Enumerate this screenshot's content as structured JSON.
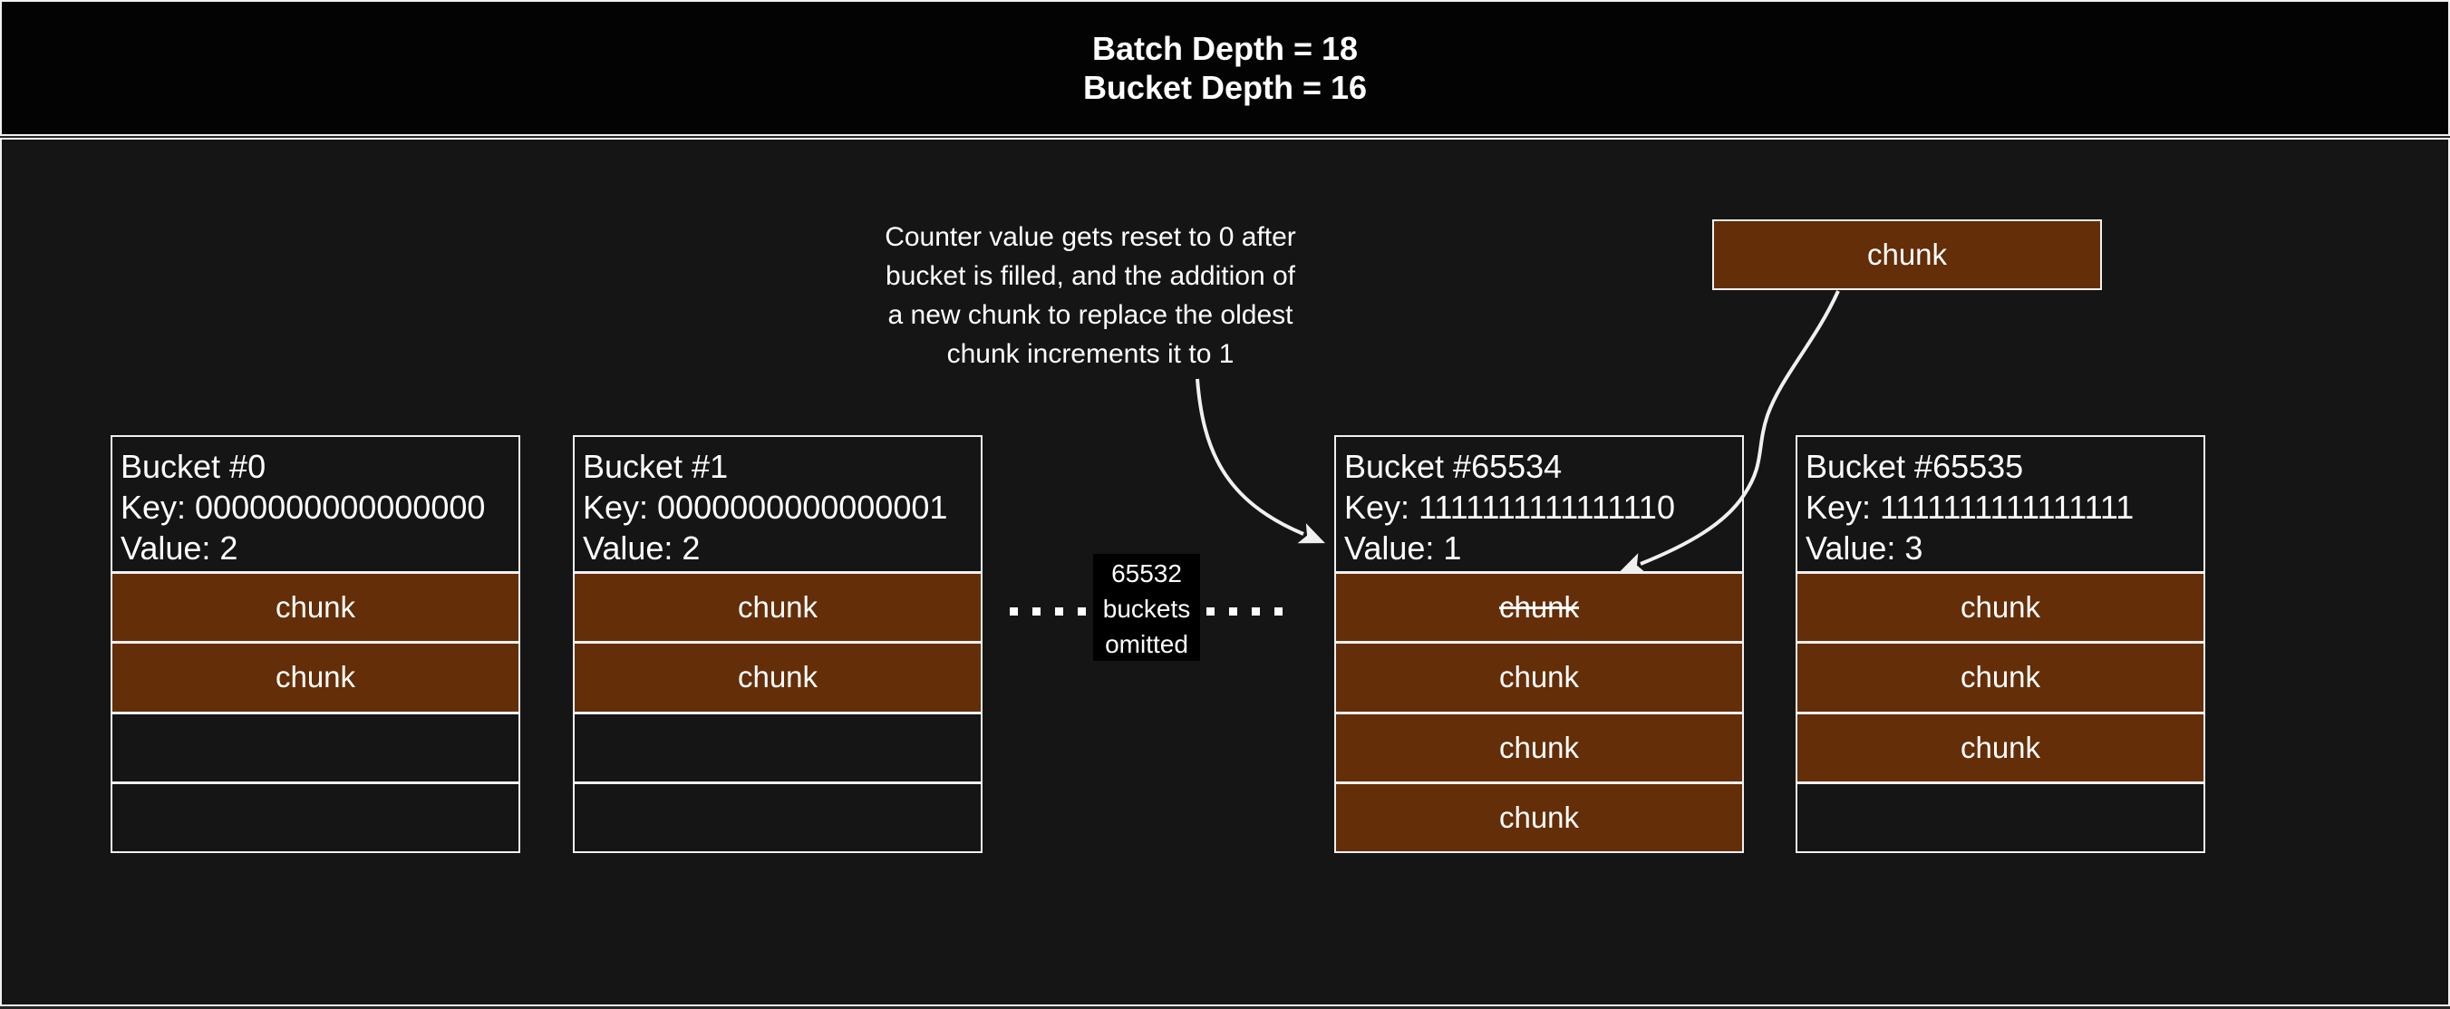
{
  "header": {
    "batch_depth": "Batch Depth = 18",
    "bucket_depth": "Bucket Depth = 16"
  },
  "annotation": {
    "lines": [
      "Counter value gets reset to 0 after",
      "bucket is filled, and the addition of",
      "a new chunk to replace the oldest",
      "chunk increments it to 1"
    ]
  },
  "incoming_chunk": {
    "label": "chunk"
  },
  "omitted": {
    "lines": [
      "65532",
      "buckets",
      "omitted"
    ]
  },
  "buckets": [
    {
      "title": "Bucket #0",
      "key": "Key: 0000000000000000",
      "value": "Value: 2",
      "slots": [
        {
          "label": "chunk",
          "state": "filled"
        },
        {
          "label": "chunk",
          "state": "filled"
        },
        {
          "label": "",
          "state": "empty"
        },
        {
          "label": "",
          "state": "empty"
        }
      ]
    },
    {
      "title": "Bucket #1",
      "key": "Key: 0000000000000001",
      "value": "Value: 2",
      "slots": [
        {
          "label": "chunk",
          "state": "filled"
        },
        {
          "label": "chunk",
          "state": "filled"
        },
        {
          "label": "",
          "state": "empty"
        },
        {
          "label": "",
          "state": "empty"
        }
      ]
    },
    {
      "title": "Bucket #65534",
      "key": "Key: 1111111111111110",
      "value": "Value: 1",
      "slots": [
        {
          "label": "chunk",
          "state": "filled strike"
        },
        {
          "label": "chunk",
          "state": "filled"
        },
        {
          "label": "chunk",
          "state": "filled"
        },
        {
          "label": "chunk",
          "state": "filled"
        }
      ]
    },
    {
      "title": "Bucket #65535",
      "key": "Key: 1111111111111111",
      "value": "Value: 3",
      "slots": [
        {
          "label": "chunk",
          "state": "filled"
        },
        {
          "label": "chunk",
          "state": "filled"
        },
        {
          "label": "chunk",
          "state": "filled"
        },
        {
          "label": "",
          "state": "empty"
        }
      ]
    }
  ],
  "colors": {
    "chunk": "#642e08",
    "border": "#f0f0f0",
    "text": "#ffffff",
    "body_bg": "#151515",
    "header_bg": "#030303",
    "label_bg": "#000000",
    "canvas_bg": "#262626"
  }
}
